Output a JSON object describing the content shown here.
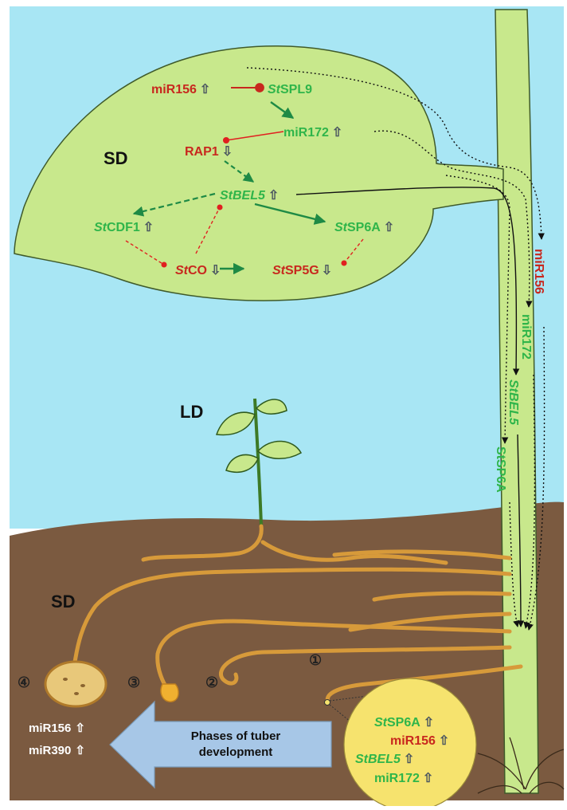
{
  "colors": {
    "sky": "#a8e6f4",
    "soil": "#7b5a40",
    "leaf": "#c8e88c",
    "leaf_edge": "#3f5a2a",
    "green_text": "#2fb54a",
    "red_text": "#c8281e",
    "arrow_green": "#1e8a45",
    "inhibit_red": "#e02020",
    "stolon": "#d79a3a",
    "callout": "#f6e36e",
    "big_arrow": "#a7c7e7"
  },
  "labels": {
    "sd_top": "SD",
    "ld": "LD",
    "sd_bottom": "SD"
  },
  "leaf_nodes": {
    "mir156": {
      "prefix": "",
      "name": "miR156",
      "arrow": "⇧"
    },
    "spl9": {
      "prefix": "St",
      "name": "SPL9",
      "arrow": ""
    },
    "mir172": {
      "prefix": "",
      "name": "miR172",
      "arrow": "⇧"
    },
    "rap1": {
      "prefix": "",
      "name": "RAP1",
      "arrow": "⇩"
    },
    "bel5": {
      "prefix": "St",
      "name": "BEL5",
      "arrow": "⇧"
    },
    "cdf1": {
      "prefix": "St",
      "name": "CDF1",
      "arrow": "⇧"
    },
    "sp6a": {
      "prefix": "St",
      "name": "SP6A",
      "arrow": "⇧"
    },
    "co": {
      "prefix": "St",
      "name": "CO",
      "arrow": "⇩"
    },
    "sp5g": {
      "prefix": "St",
      "name": "SP5G",
      "arrow": "⇩"
    }
  },
  "stem_signals": [
    "miR156",
    "miR172",
    "StBEL5",
    "StSP6A"
  ],
  "phase_numbers": [
    "④",
    "③",
    "②",
    "①"
  ],
  "callout": [
    {
      "prefix": "St",
      "name": "SP6A",
      "arrow": "⇧"
    },
    {
      "prefix": "",
      "name": "miR156",
      "arrow": "⇧"
    },
    {
      "prefix": "St",
      "name": "BEL5",
      "arrow": "⇧"
    },
    {
      "prefix": "",
      "name": "miR172",
      "arrow": "⇧"
    }
  ],
  "phase_arrow": {
    "line1": "Phases of tuber",
    "line2": "development"
  },
  "left_outputs": [
    {
      "name": "miR156",
      "arrow": "⇧"
    },
    {
      "name": "miR390",
      "arrow": "⇧"
    }
  ]
}
